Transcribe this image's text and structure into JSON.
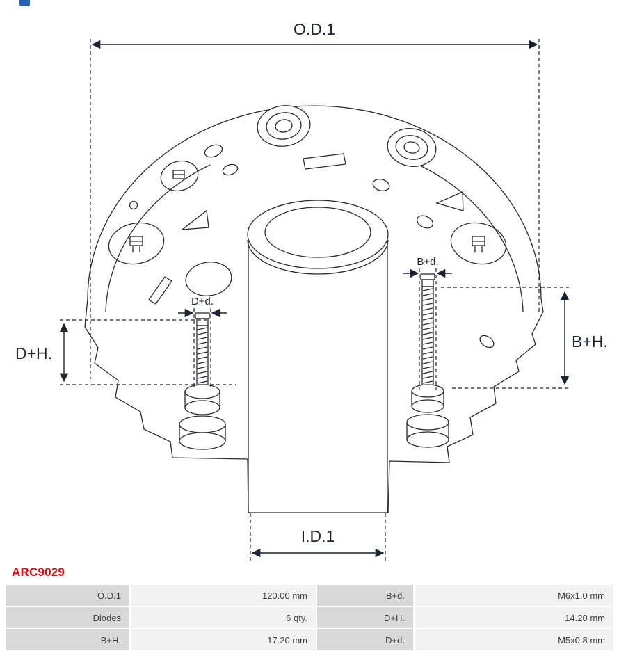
{
  "part_number": "ARC9029",
  "diagram": {
    "labels": {
      "od1": "O.D.1",
      "id1": "I.D.1",
      "dh": "D+H.",
      "bh": "B+H.",
      "dd": "D+d.",
      "bd": "B+d."
    }
  },
  "specs": {
    "rows": [
      {
        "label_left": "O.D.1",
        "value_left": "120.00 mm",
        "label_right": "B+d.",
        "value_right": "M6x1.0 mm"
      },
      {
        "label_left": "Diodes",
        "value_left": "6 qty.",
        "label_right": "D+H.",
        "value_right": "14.20 mm"
      },
      {
        "label_left": "B+H.",
        "value_left": "17.20 mm",
        "label_right": "D+d.",
        "value_right": "M5x0.8 mm"
      }
    ]
  },
  "colors": {
    "part_number_red": "#e30613",
    "label_cell_bg": "#d9d9d9",
    "value_cell_bg": "#f2f2f2",
    "logo_blue": "#2b5fb0",
    "line_color": "#2a2a2a"
  }
}
